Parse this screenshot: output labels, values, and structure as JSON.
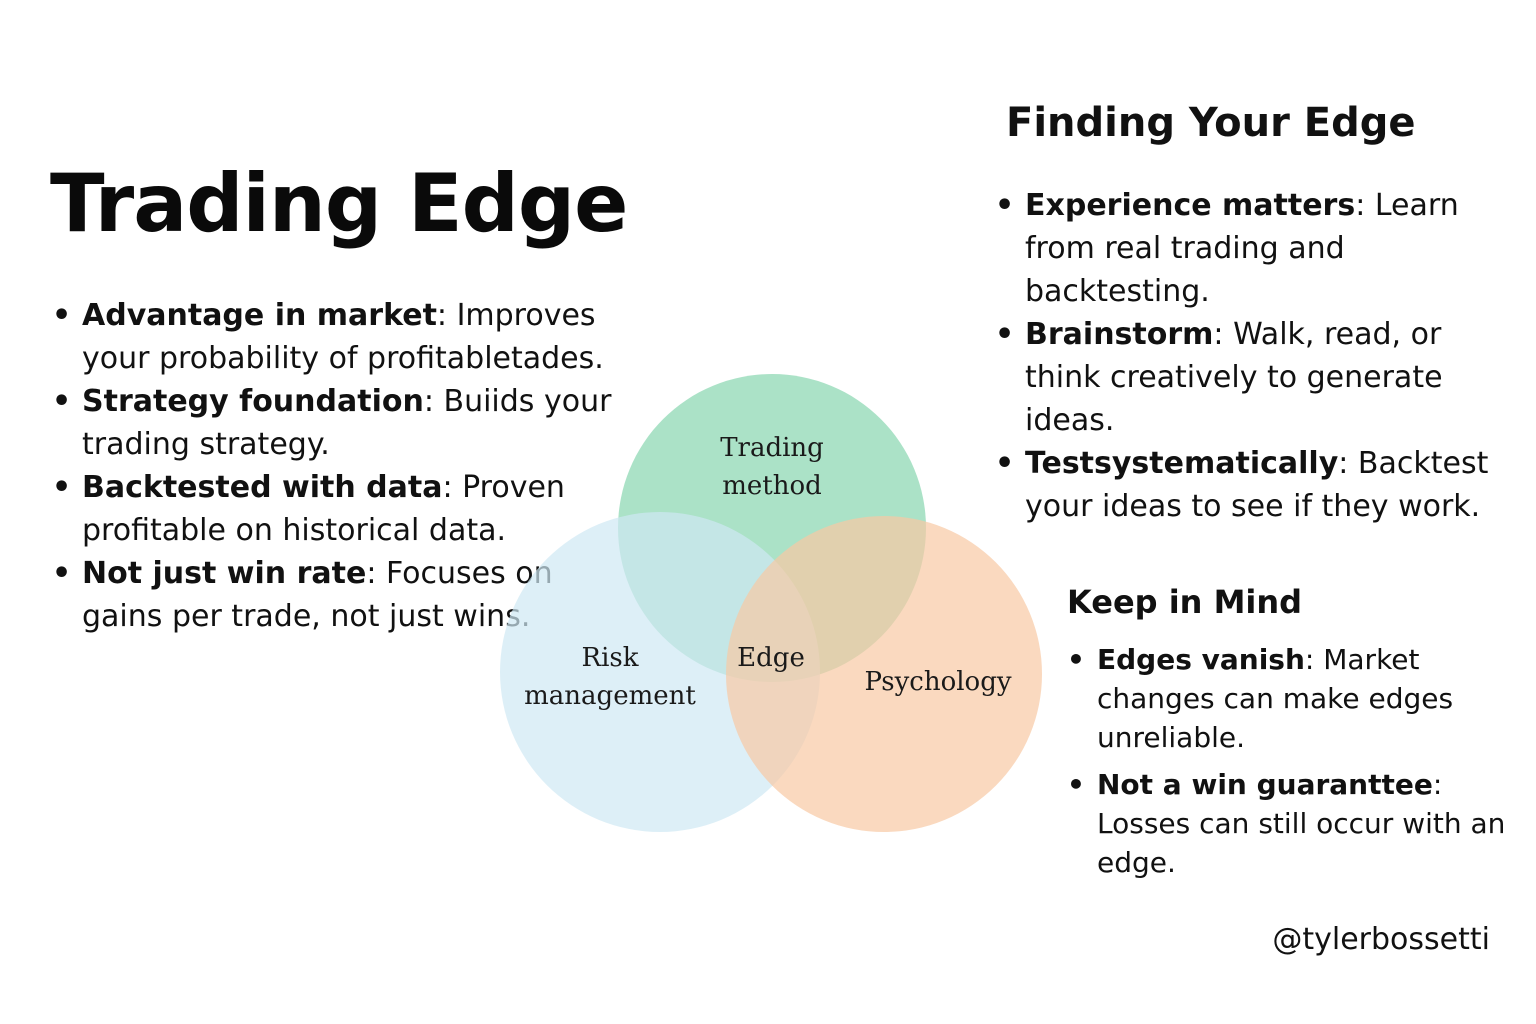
{
  "title": "Trading Edge",
  "left_bullets": [
    {
      "term": "Advantage in market",
      "sep": ":",
      "text": " Improves your probability of profitabletades."
    },
    {
      "term": "Strategy foundation",
      "sep": ":",
      "text": " Buiids your trading strategy."
    },
    {
      "term": "Backtested with data",
      "sep": ":",
      "text": " Proven profitable on historical data."
    },
    {
      "term": "Not just win rate",
      "sep": ":",
      "text": " Focuses on gains per trade, not just wins."
    }
  ],
  "finding": {
    "title": "Finding Your Edge",
    "bullets": [
      {
        "term": "Experience matters",
        "sep": ":",
        "text": " Learn from real trading and backtesting."
      },
      {
        "term": "Brainstorm",
        "sep": ":",
        "text": " Walk, read, or think creatively to generate ideas."
      },
      {
        "term": "Testsystematically",
        "sep": ":",
        "text": " Backtest your ideas to see if they work."
      }
    ]
  },
  "venn": {
    "top_label_line1": "Trading",
    "top_label_line2": "method",
    "left_label_line1": "Risk",
    "left_label_line2": "management",
    "right_label": "Psychology",
    "center_label": "Edge",
    "colors": {
      "top": "#8fd8b4",
      "left": "#cfe8f3",
      "right": "#f8c9a4"
    }
  },
  "keep": {
    "title": "Keep in Mind",
    "bullets": [
      {
        "term": "Edges vanish",
        "sep": ":",
        "text": " Market changes can make edges unreliable."
      },
      {
        "term": "Not a win guaranttee",
        "sep": ":",
        "text": " Losses can still occur with an edge."
      }
    ]
  },
  "handle": "@tylerbossetti"
}
